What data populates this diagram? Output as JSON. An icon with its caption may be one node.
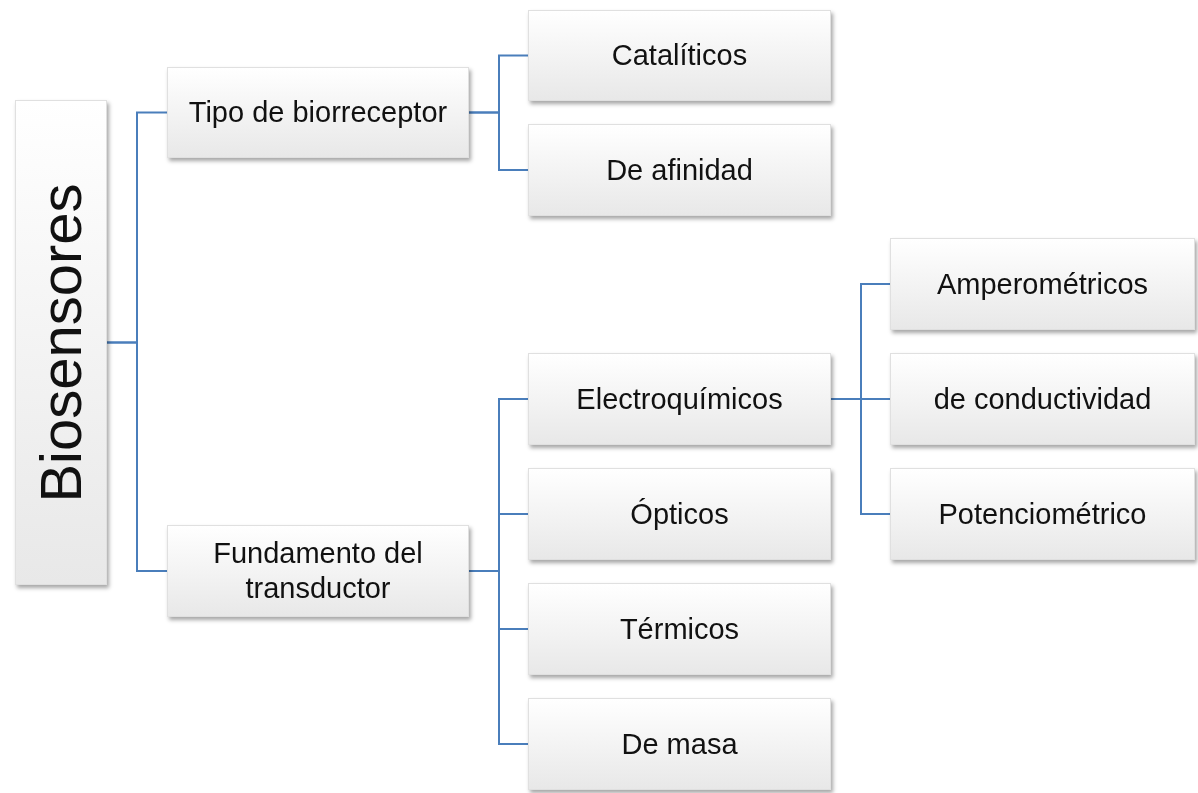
{
  "diagram": {
    "nodes": [
      {
        "text": [
          "Biosensores"
        ]
      },
      {
        "text": [
          "Tipo de biorreceptor"
        ]
      },
      {
        "text": [
          "Catalíticos"
        ]
      },
      {
        "text": [
          "De afinidad"
        ]
      },
      {
        "text": [
          "Fundamento del transductor"
        ]
      },
      {
        "text": [
          "Electroquímicos"
        ]
      },
      {
        "text": [
          "Ópticos"
        ]
      },
      {
        "text": [
          "Térmicos"
        ]
      },
      {
        "text": [
          "De masa"
        ]
      },
      {
        "text": [
          "Amperométricos"
        ]
      },
      {
        "text": [
          "de conductividad"
        ]
      },
      {
        "text": [
          "Potenciométrico"
        ]
      }
    ],
    "edges": [
      {
        "from": 0,
        "to": 1,
        "arrow": "none"
      },
      {
        "from": 0,
        "to": 4,
        "arrow": "none"
      },
      {
        "from": 1,
        "to": 2,
        "arrow": "none"
      },
      {
        "from": 1,
        "to": 3,
        "arrow": "none"
      },
      {
        "from": 4,
        "to": 5,
        "arrow": "none"
      },
      {
        "from": 4,
        "to": 6,
        "arrow": "none"
      },
      {
        "from": 4,
        "to": 7,
        "arrow": "none"
      },
      {
        "from": 4,
        "to": 8,
        "arrow": "none"
      },
      {
        "from": 5,
        "to": 9,
        "arrow": "none"
      },
      {
        "from": 5,
        "to": 10,
        "arrow": "none"
      },
      {
        "from": 5,
        "to": 11,
        "arrow": "none"
      }
    ]
  }
}
